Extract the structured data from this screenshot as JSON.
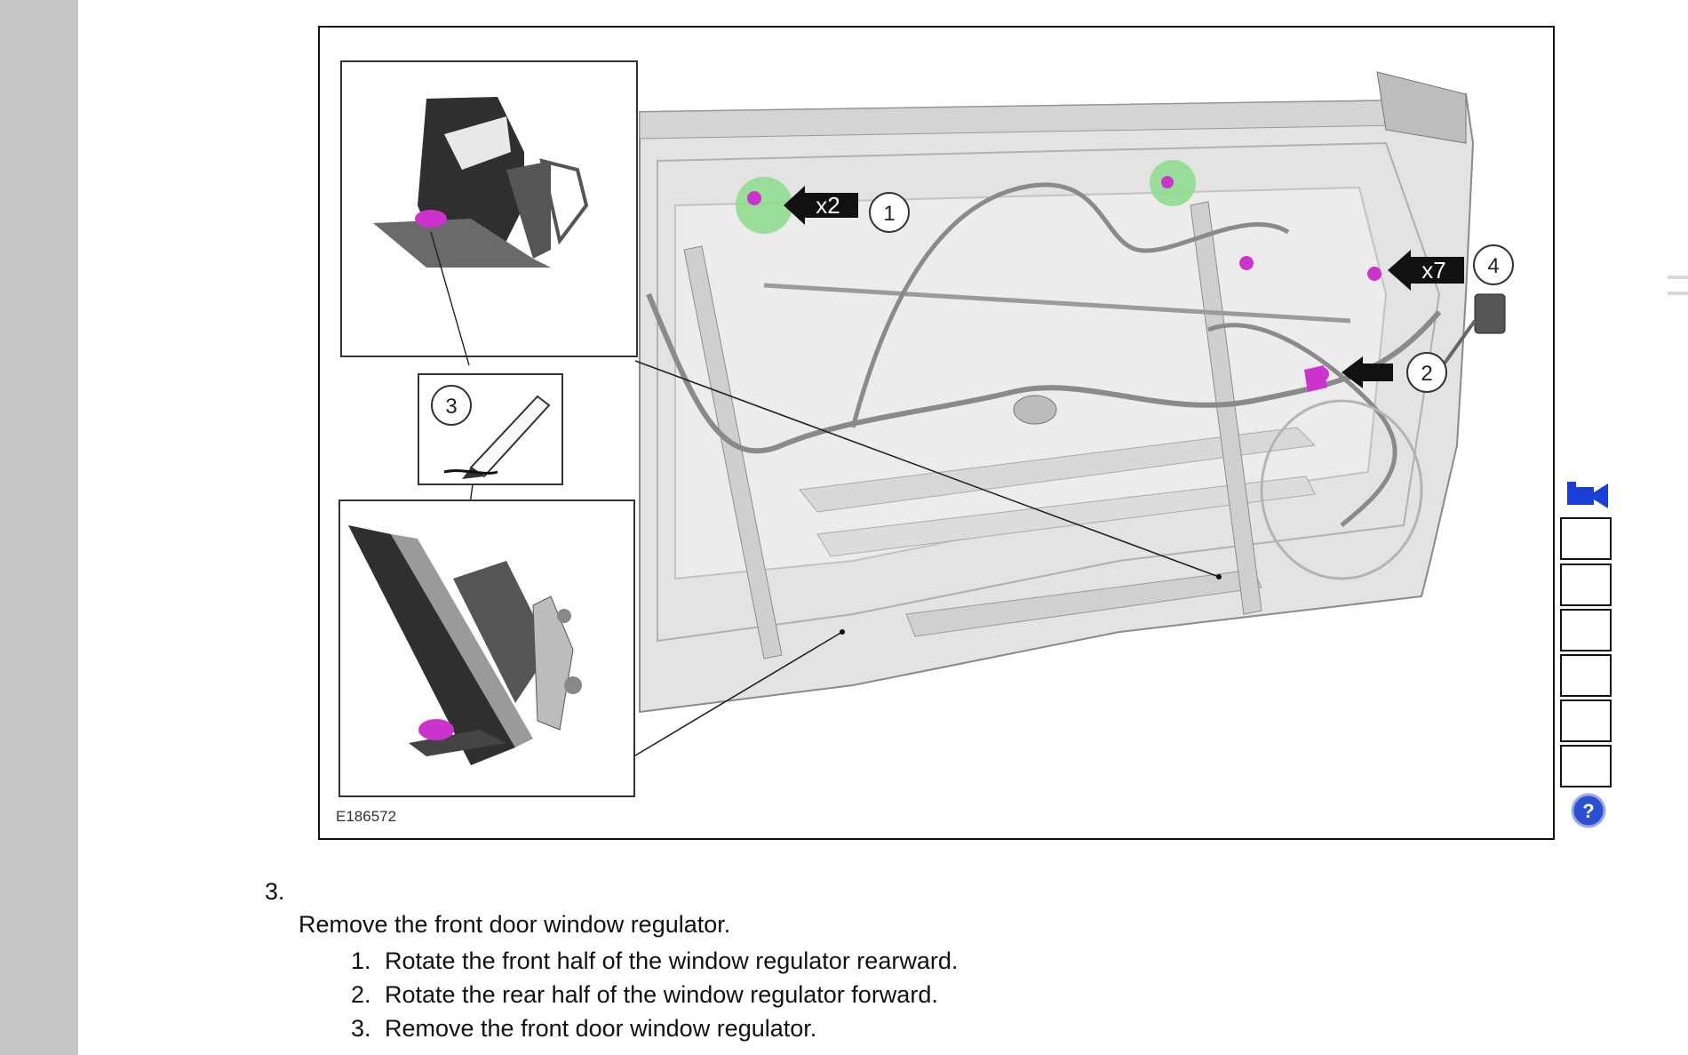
{
  "figure": {
    "id_label": "E186572",
    "callouts": [
      "1",
      "2",
      "3",
      "4"
    ],
    "multipliers": [
      "x2",
      "x7"
    ]
  },
  "step": {
    "number": "3.",
    "title": "Remove the front door window regulator.",
    "substeps": [
      {
        "num": "1.",
        "text": "Rotate the front half of the window regulator rearward."
      },
      {
        "num": "2.",
        "text": "Rotate the rear half of the window regulator forward."
      },
      {
        "num": "3.",
        "text": "Remove the front door window regulator."
      }
    ]
  },
  "toolbar": {
    "icons": [
      "video-camera-icon",
      "help-icon"
    ]
  },
  "colors": {
    "gutter": "#c6c6c6",
    "fastener": "#cc33cc",
    "highlight": "#8fdc8f",
    "toolbar_icon": "#1a3fd6"
  }
}
